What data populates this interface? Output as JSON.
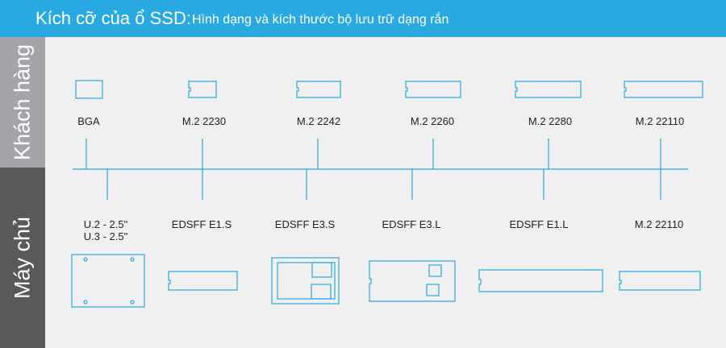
{
  "header": {
    "title_main": "Kích cỡ của ổ SSD:",
    "title_sub": "Hình dạng và kích thước bộ lưu trữ dạng rắn"
  },
  "sidebar": {
    "client_label": "Khách hàng",
    "server_label": "Máy chủ"
  },
  "client_items": [
    {
      "label": "BGA"
    },
    {
      "label": "M.2 2230"
    },
    {
      "label": "M.2 2242"
    },
    {
      "label": "M.2 2260"
    },
    {
      "label": "M.2 2280"
    },
    {
      "label": "M.2 22110"
    }
  ],
  "server_items": [
    {
      "label_line1": "U.2 - 2.5\"",
      "label_line2": "U.3 - 2.5\""
    },
    {
      "label_line1": "EDSFF E1.S"
    },
    {
      "label_line1": "EDSFF E3.S"
    },
    {
      "label_line1": "EDSFF E3.L"
    },
    {
      "label_line1": "EDSFF E1.L"
    },
    {
      "label_line1": "M.2 22110"
    }
  ],
  "colors": {
    "header": "#29a9e1",
    "outline": "#29a9e1",
    "client_sidebar": "#a3a5a8",
    "server_sidebar": "#58595b",
    "background": "#f0f0f0"
  }
}
